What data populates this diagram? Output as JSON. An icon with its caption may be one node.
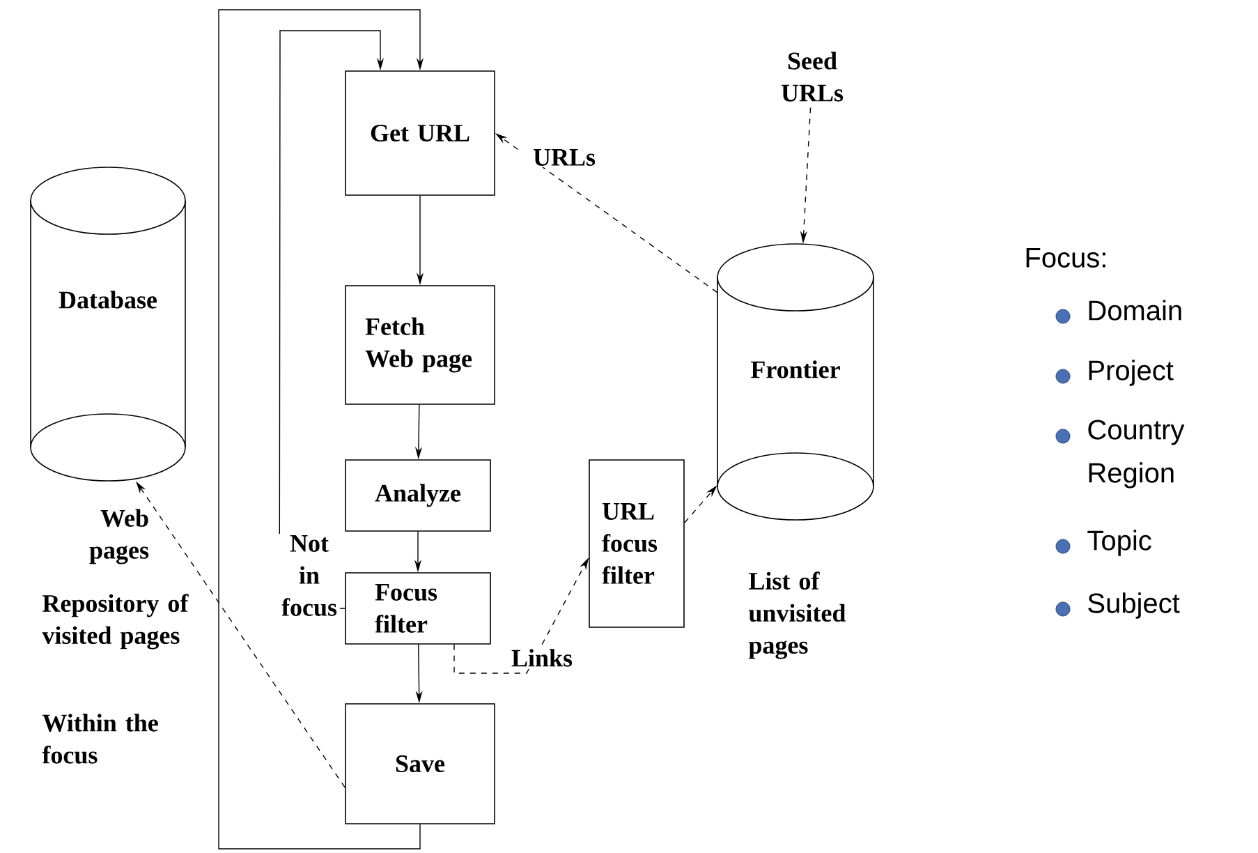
{
  "diagram": {
    "nodes": [
      {
        "text": [
          "Get URL"
        ]
      },
      {
        "text": [
          "Fetch Web page"
        ]
      },
      {
        "text": [
          "Analyze"
        ]
      },
      {
        "text": [
          "Focus filter"
        ]
      },
      {
        "text": [
          "Save"
        ]
      },
      {
        "text": [
          "URL focus filter"
        ]
      },
      {
        "text": [
          "Database"
        ],
        "beside": [
          "Repository of visited pages",
          "Within the focus"
        ]
      },
      {
        "text": [
          "Frontier"
        ],
        "beside": [
          "List of unvisited pages"
        ]
      },
      {
        "text": [
          "Seed URLs"
        ]
      }
    ],
    "edges": [
      {
        "from": 0,
        "to": 1,
        "arrow": "to"
      },
      {
        "from": 1,
        "to": 2,
        "arrow": "to"
      },
      {
        "from": 2,
        "to": 3,
        "arrow": "to"
      },
      {
        "from": 3,
        "to": 4,
        "arrow": "to"
      },
      {
        "from": 3,
        "to": 0,
        "arrow": "to",
        "label": "Not in focus"
      },
      {
        "from": 4,
        "to": 0,
        "arrow": "to"
      },
      {
        "from": 7,
        "to": 0,
        "arrow": "to",
        "style": "dashed",
        "label": "URLs"
      },
      {
        "from": 8,
        "to": 7,
        "arrow": "to",
        "style": "dashed"
      },
      {
        "from": 3,
        "to": 5,
        "arrow": "to",
        "style": "dashed",
        "label": "Links"
      },
      {
        "from": 5,
        "to": 7,
        "arrow": "to",
        "style": "dashed"
      },
      {
        "from": 4,
        "to": 6,
        "arrow": "to",
        "style": "dashed",
        "label": "Web pages"
      }
    ],
    "labels": [
      "Focus:",
      "Domain",
      "Project",
      "Country Region",
      "Topic",
      "Subject"
    ]
  }
}
